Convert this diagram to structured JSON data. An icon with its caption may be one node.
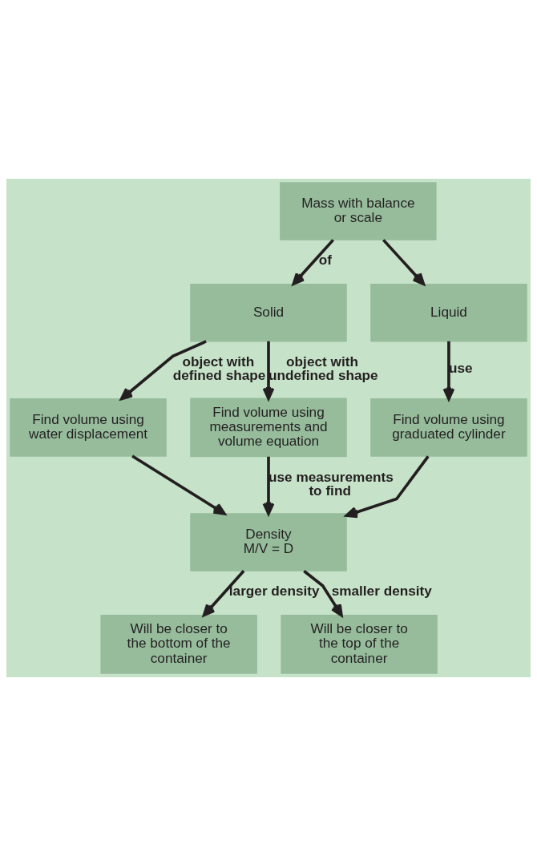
{
  "diagram": {
    "nodes": [
      {
        "text": [
          "Mass with balance or scale"
        ]
      },
      {
        "text": [
          "Solid"
        ]
      },
      {
        "text": [
          "Liquid"
        ]
      },
      {
        "text": [
          "Find volume using water displacement"
        ]
      },
      {
        "text": [
          "Find volume using measurements and volume equation"
        ]
      },
      {
        "text": [
          "Find volume using graduated cylinder"
        ]
      },
      {
        "text": [
          "Density",
          "M/V = D"
        ]
      },
      {
        "text": [
          "Will be closer to the bottom of the container"
        ]
      },
      {
        "text": [
          "Will be closer to the top of the container"
        ]
      }
    ],
    "edges": [
      {
        "from": 0,
        "to": 1,
        "arrow": "to",
        "label": "of"
      },
      {
        "from": 0,
        "to": 2,
        "arrow": "to"
      },
      {
        "from": 1,
        "to": 3,
        "arrow": "to",
        "label": "object with defined shape"
      },
      {
        "from": 1,
        "to": 4,
        "arrow": "to",
        "label": "object with undefined shape"
      },
      {
        "from": 2,
        "to": 5,
        "arrow": "to",
        "label": "use"
      },
      {
        "from": 3,
        "to": 6,
        "arrow": "to"
      },
      {
        "from": 4,
        "to": 6,
        "arrow": "to",
        "label": "use measurements to find"
      },
      {
        "from": 5,
        "to": 6,
        "arrow": "to"
      },
      {
        "from": 6,
        "to": 7,
        "arrow": "to",
        "label": "larger density"
      },
      {
        "from": 6,
        "to": 8,
        "arrow": "to",
        "label": "smaller density"
      }
    ]
  }
}
